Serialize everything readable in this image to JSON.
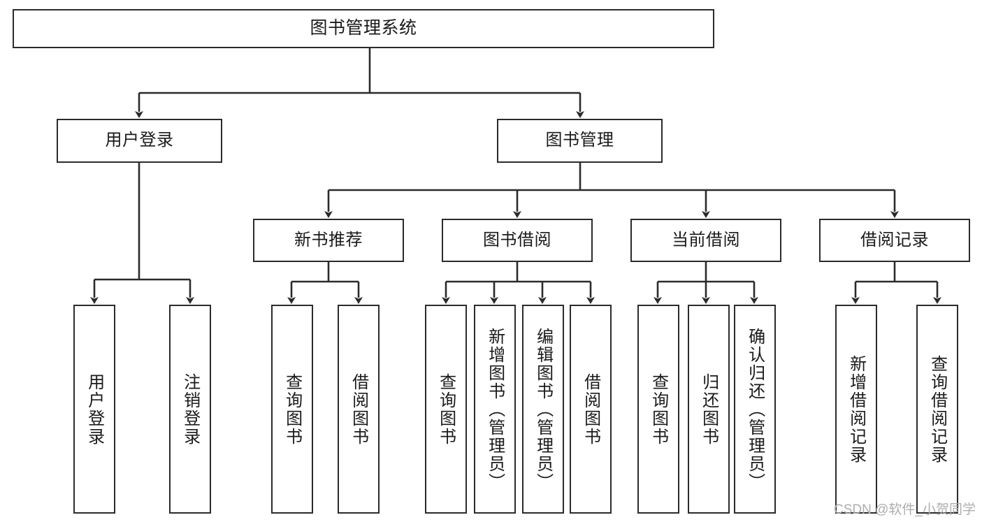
{
  "diagram": {
    "title": "图书管理系统",
    "type": "hierarchy-tree",
    "levels": 4,
    "root": {
      "id": "root",
      "label": "图书管理系统"
    },
    "level2": [
      {
        "id": "user-login",
        "label": "用户登录"
      },
      {
        "id": "book-management",
        "label": "图书管理"
      }
    ],
    "level3": [
      {
        "id": "new-book-recommend",
        "label": "新书推荐"
      },
      {
        "id": "book-borrow",
        "label": "图书借阅"
      },
      {
        "id": "current-borrow",
        "label": "当前借阅"
      },
      {
        "id": "borrow-record",
        "label": "借阅记录"
      }
    ],
    "leaves": {
      "user_login": [
        {
          "id": "leaf-user-login",
          "label": "用户登录"
        },
        {
          "id": "leaf-logout-login",
          "label": "注销登录"
        }
      ],
      "new_book_recommend": [
        {
          "id": "leaf-query-book-1",
          "label": "查询图书"
        },
        {
          "id": "leaf-borrow-book-1",
          "label": "借阅图书"
        }
      ],
      "book_borrow": [
        {
          "id": "leaf-query-book-2",
          "label": "查询图书"
        },
        {
          "id": "leaf-add-book",
          "label": "新增图书（管理员）"
        },
        {
          "id": "leaf-edit-book",
          "label": "编辑图书（管理员）"
        },
        {
          "id": "leaf-borrow-book-2",
          "label": "借阅图书"
        }
      ],
      "current_borrow": [
        {
          "id": "leaf-query-book-3",
          "label": "查询图书"
        },
        {
          "id": "leaf-return-book",
          "label": "归还图书"
        },
        {
          "id": "leaf-confirm-return",
          "label": "确认归还（管理员）"
        }
      ],
      "borrow_record": [
        {
          "id": "leaf-add-record",
          "label": "新增借阅记录"
        },
        {
          "id": "leaf-query-record",
          "label": "查询借阅记录"
        }
      ]
    }
  },
  "watermark": {
    "text": "CSDN @软件_小贺同学"
  },
  "colors": {
    "box_border": "#2b2b2b",
    "box_fill": "#ffffff",
    "connector": "#2b2b2b",
    "text": "#1a1a1a",
    "watermark": "#adadad",
    "background": "#ffffff"
  }
}
